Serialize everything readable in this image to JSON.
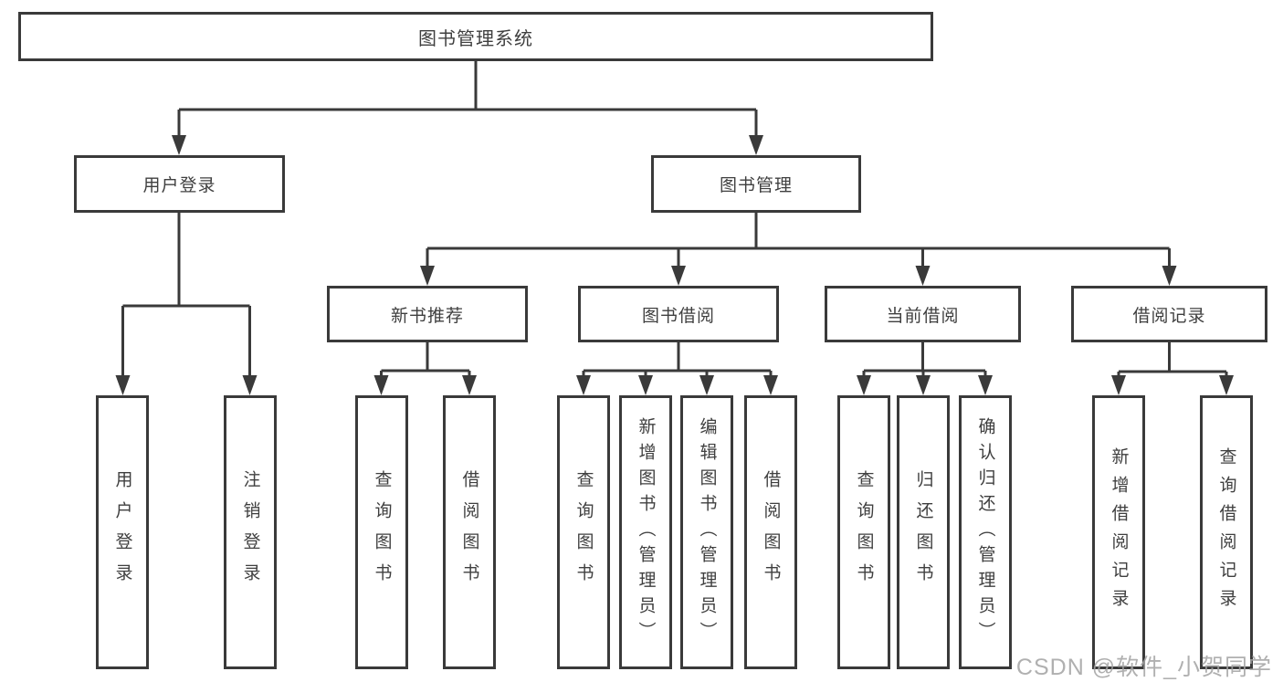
{
  "diagram": {
    "root": {
      "label": "图书管理系统"
    },
    "branches": [
      {
        "label": "用户登录",
        "children": [
          {
            "label": "用户登录"
          },
          {
            "label": "注销登录"
          }
        ]
      },
      {
        "label": "图书管理",
        "sections": [
          {
            "label": "新书推荐",
            "children": [
              {
                "label": "查询图书"
              },
              {
                "label": "借阅图书"
              }
            ]
          },
          {
            "label": "图书借阅",
            "children": [
              {
                "label": "查询图书"
              },
              {
                "label": "新增图书（管理员）"
              },
              {
                "label": "编辑图书（管理员）"
              },
              {
                "label": "借阅图书"
              }
            ]
          },
          {
            "label": "当前借阅",
            "children": [
              {
                "label": "查询图书"
              },
              {
                "label": "归还图书"
              },
              {
                "label": "确认归还（管理员）"
              }
            ]
          },
          {
            "label": "借阅记录",
            "children": [
              {
                "label": "新增借阅记录"
              },
              {
                "label": "查询借阅记录"
              }
            ]
          }
        ]
      }
    ]
  },
  "watermark": {
    "text": "CSDN @软件_小贺同学"
  },
  "colors": {
    "line": "#3a3a3a",
    "box_border": "#3a3a3a",
    "text": "#3f3f3f",
    "background": "#ffffff",
    "watermark": "#a3a3a3"
  }
}
